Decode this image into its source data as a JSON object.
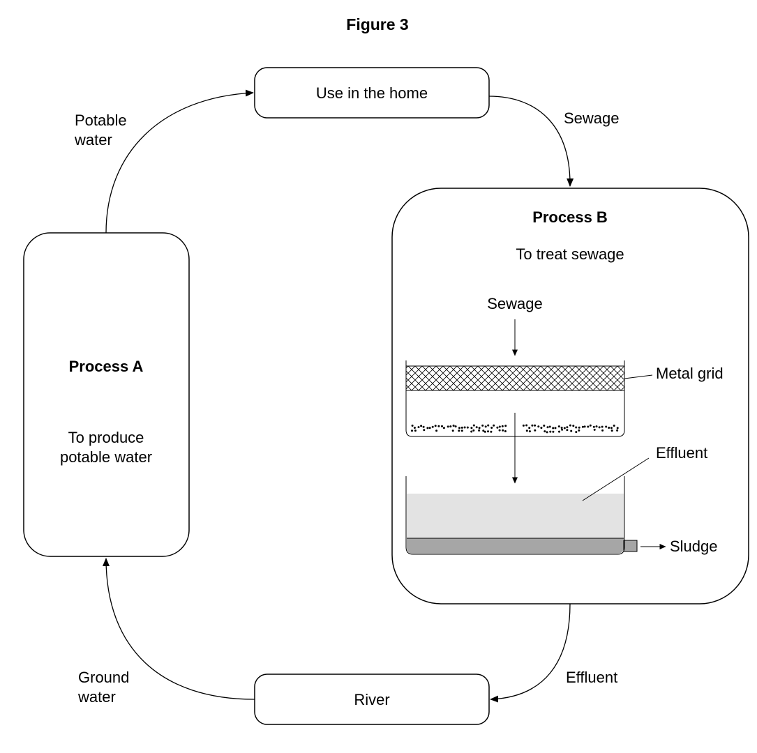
{
  "figure_title": "Figure 3",
  "nodes": {
    "home": {
      "label": "Use in the home"
    },
    "process_a": {
      "title": "Process A",
      "description_lines": [
        "To produce",
        "potable water"
      ]
    },
    "process_b": {
      "title": "Process B",
      "description": "To treat sewage"
    },
    "river": {
      "label": "River"
    }
  },
  "edges": {
    "potable_water": [
      "Potable",
      "water"
    ],
    "sewage": "Sewage",
    "effluent": "Effluent",
    "ground_water": [
      "Ground",
      "water"
    ]
  },
  "process_b_apparatus": {
    "inlet_label": "Sewage",
    "grid_label": "Metal grid",
    "effluent_label": "Effluent",
    "sludge_label": "Sludge"
  }
}
